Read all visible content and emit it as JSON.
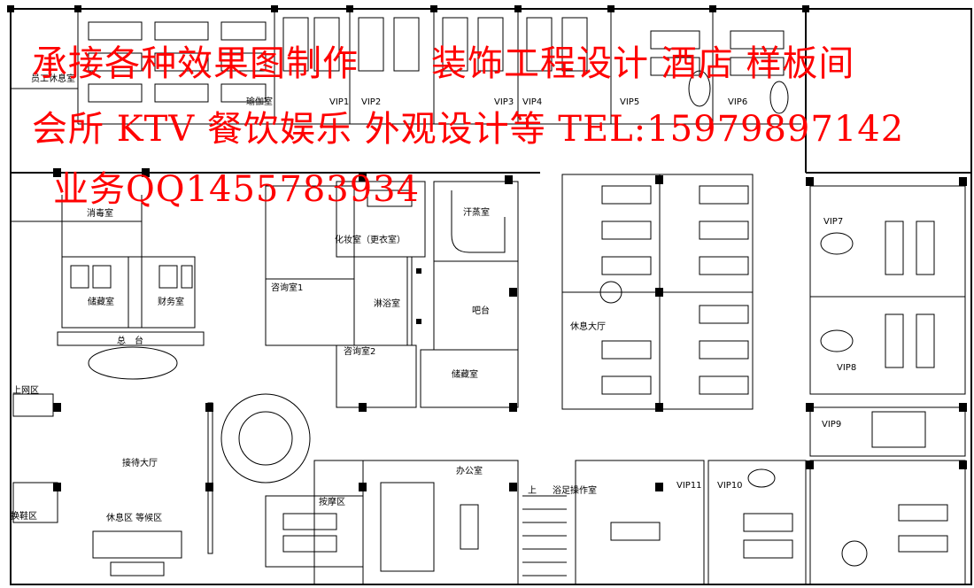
{
  "labels": {
    "staff_lounge": "员工休息室",
    "yoga": "瑜伽室",
    "vip1": "VIP1",
    "vip2": "VIP2",
    "vip3": "VIP3",
    "vip4": "VIP4",
    "vip5": "VIP5",
    "vip6": "VIP6",
    "vip7": "VIP7",
    "vip8": "VIP8",
    "vip9": "VIP9",
    "vip10": "VIP10",
    "vip11": "VIP11",
    "disinfection": "消毒室",
    "makeup": "化妆室（更衣室）",
    "sauna": "汗蒸室",
    "consult1": "咨询室1",
    "shower": "淋浴室",
    "bar": "吧台",
    "storage_left": "储藏室",
    "finance": "财务室",
    "front_desk": "总　台",
    "consult2": "咨询室2",
    "storage_mid": "储藏室",
    "lounge_hall": "休息大厅",
    "internet": "上网区",
    "reception_hall": "接待大厅",
    "shoe_change": "换鞋区",
    "rest_wait": "休息区  等候区",
    "massage": "按摩区",
    "office": "办公室",
    "up": "上",
    "foot_op": "浴足操作室"
  },
  "watermark": {
    "line1": "承接各种效果图制作　　装饰工程设计 酒店 样板间",
    "line2": "会所 KTV 餐饮娱乐 外观设计等 TEL:15979897142",
    "line3": "业务QQ1455783934"
  },
  "colors": {
    "line": "#000000",
    "watermark": "#ff0000"
  }
}
